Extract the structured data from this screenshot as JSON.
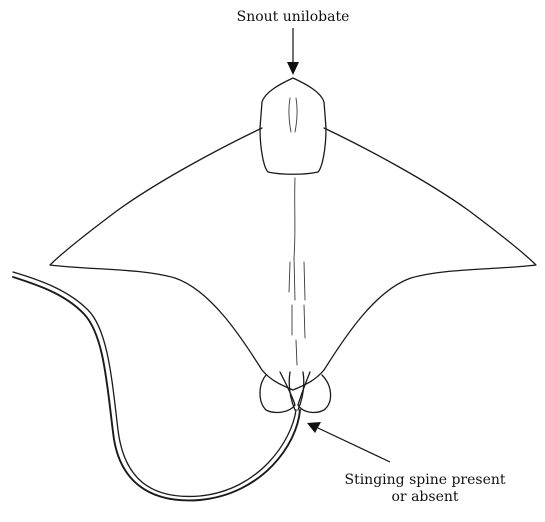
{
  "labels": {
    "snout": "Snout unilobate",
    "spine_line1": "Stinging spine present",
    "spine_line2": "or absent"
  }
}
